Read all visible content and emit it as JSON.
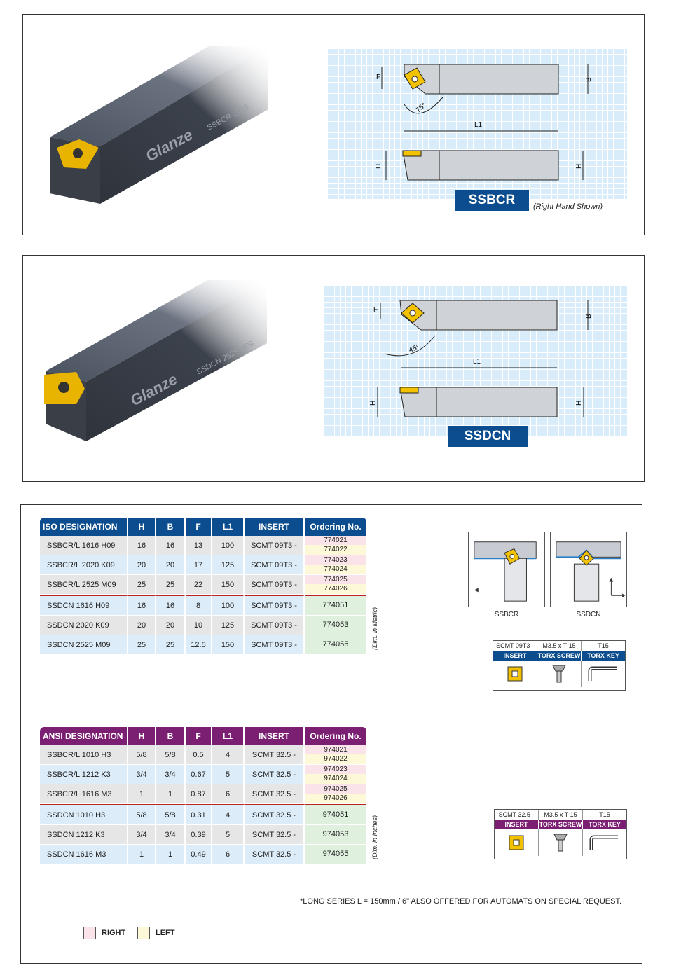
{
  "panel1": {
    "tool_brand": "Glanze",
    "tool_label": "SSBCR 2525",
    "dims": {
      "f": "F",
      "b": "B",
      "angle": "75°",
      "l1": "L1",
      "h": "H"
    },
    "badge": "SSBCR",
    "note": "(Right Hand Shown)"
  },
  "panel2": {
    "tool_brand": "Glanze",
    "tool_label": "SSDCN 2525 M09",
    "dims": {
      "f": "F",
      "b": "B",
      "angle": "45°",
      "l1": "L1",
      "h": "H"
    },
    "badge": "SSDCN"
  },
  "iso_table": {
    "headers": [
      "ISO DESIGNATION",
      "H",
      "B",
      "F",
      "L1",
      "INSERT",
      "Ordering No."
    ],
    "rows": [
      {
        "des": "SSBCR/L 1616 H09",
        "h": "16",
        "b": "16",
        "f": "13",
        "l1": "100",
        "insert": "SCMT 09T3 -",
        "right": "774021",
        "left": "774022"
      },
      {
        "des": "SSBCR/L 2020 K09",
        "h": "20",
        "b": "20",
        "f": "17",
        "l1": "125",
        "insert": "SCMT 09T3 -",
        "right": "774023",
        "left": "774024"
      },
      {
        "des": "SSBCR/L 2525 M09",
        "h": "25",
        "b": "25",
        "f": "22",
        "l1": "150",
        "insert": "SCMT 09T3 -",
        "right": "774025",
        "left": "774026"
      },
      {
        "des": "SSDCN 1616 H09",
        "h": "16",
        "b": "16",
        "f": "8",
        "l1": "100",
        "insert": "SCMT 09T3 -",
        "neutral": "774051"
      },
      {
        "des": "SSDCN 2020 K09",
        "h": "20",
        "b": "20",
        "f": "10",
        "l1": "125",
        "insert": "SCMT 09T3 -",
        "neutral": "774053"
      },
      {
        "des": "SSDCN 2525 M09",
        "h": "25",
        "b": "25",
        "f": "12.5",
        "l1": "150",
        "insert": "SCMT 09T3 -",
        "neutral": "774055"
      }
    ],
    "dim_note": "(Dim. in Metric)"
  },
  "ansi_table": {
    "headers": [
      "ANSI DESIGNATION",
      "H",
      "B",
      "F",
      "L1",
      "INSERT",
      "Ordering No."
    ],
    "rows": [
      {
        "des": "SSBCR/L 1010 H3",
        "h": "5/8",
        "b": "5/8",
        "f": "0.5",
        "l1": "4",
        "insert": "SCMT 32.5 -",
        "right": "974021",
        "left": "974022"
      },
      {
        "des": "SSBCR/L 1212 K3",
        "h": "3/4",
        "b": "3/4",
        "f": "0.67",
        "l1": "5",
        "insert": "SCMT 32.5 -",
        "right": "974023",
        "left": "974024"
      },
      {
        "des": "SSBCR/L 1616 M3",
        "h": "1",
        "b": "1",
        "f": "0.87",
        "l1": "6",
        "insert": "SCMT 32.5 -",
        "right": "974025",
        "left": "974026"
      },
      {
        "des": "SSDCN 1010 H3",
        "h": "5/8",
        "b": "5/8",
        "f": "0.31",
        "l1": "4",
        "insert": "SCMT 32.5 -",
        "neutral": "974051"
      },
      {
        "des": "SSDCN  1212 K3",
        "h": "3/4",
        "b": "3/4",
        "f": "0.39",
        "l1": "5",
        "insert": "SCMT 32.5 -",
        "neutral": "974053"
      },
      {
        "des": "SSDCN 1616 M3",
        "h": "1",
        "b": "1",
        "f": "0.49",
        "l1": "6",
        "insert": "SCMT 32.5 -",
        "neutral": "974055"
      }
    ],
    "dim_note": "(Dim. in Inches)"
  },
  "mini_diagrams": {
    "ssbcr": "SSBCR",
    "ssdcn": "SSDCN"
  },
  "acc_iso": {
    "top": [
      "SCMT 09T3 -",
      "M3.5 x T-15",
      "T15"
    ],
    "labels": [
      "INSERT",
      "TORX SCREW",
      "TORX KEY"
    ],
    "label_color": "#0b4d8e"
  },
  "acc_ansi": {
    "top": [
      "SCMT 32.5 -",
      "M3.5 x T-15",
      "T15"
    ],
    "labels": [
      "INSERT",
      "TORX SCREW",
      "TORX KEY"
    ],
    "label_color": "#7b1f73"
  },
  "footnote": "*LONG SERIES L = 150mm / 6\" ALSO OFFERED FOR AUTOMATS ON SPECIAL REQUEST.",
  "legend": {
    "right": "RIGHT",
    "left": "LEFT",
    "right_color": "#fbe3ea",
    "left_color": "#fdf8d8"
  }
}
